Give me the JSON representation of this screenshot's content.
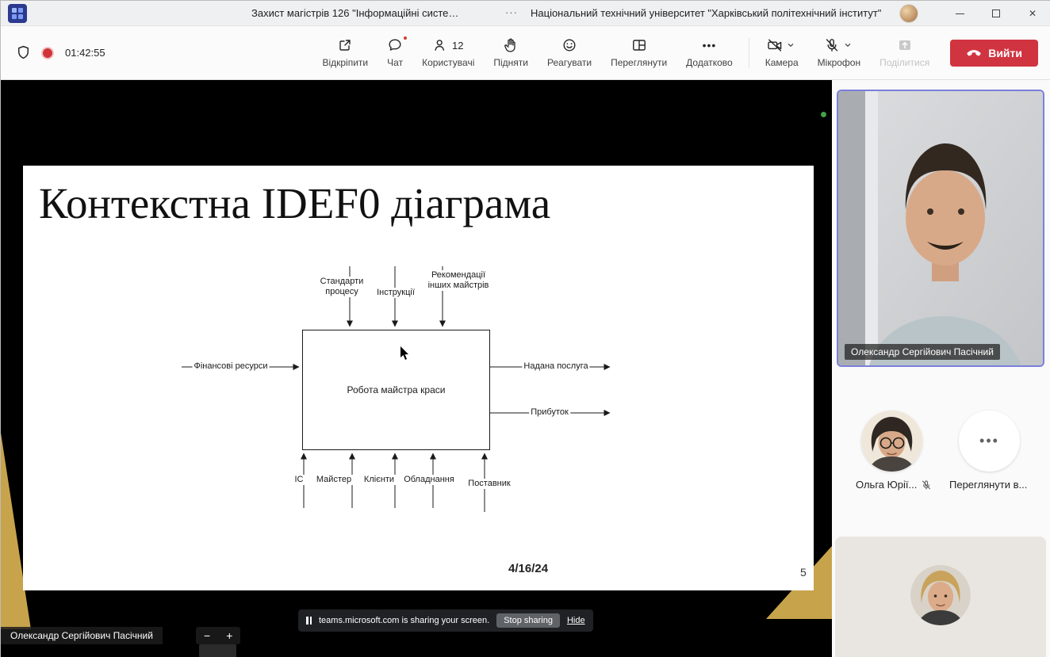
{
  "colors": {
    "leave_red": "#d03440",
    "record_red": "#d13438",
    "notification_red": "#cc3e2e",
    "speaking_border_blue": "#7b7fdb",
    "slide_gold": "#c7a44c",
    "green_indicator": "#43a047"
  },
  "titlebar": {
    "meeting_title": "Захист магістрів 126 \"Інформаційні систе…",
    "separator": "···",
    "org_name": "Національний технічний університет \"Харківський політехнічний інститут\""
  },
  "icons": {
    "close": "✕",
    "more_dots": "•••"
  },
  "toolbar": {
    "timer": "01:42:55",
    "unpin": "Відкріпити",
    "chat": "Чат",
    "people": "Користувачі",
    "people_count": "12",
    "raise": "Підняти",
    "react": "Реагувати",
    "view": "Переглянути",
    "more": "Додатково",
    "camera": "Камера",
    "mic": "Мікрофон",
    "share": "Поділитися",
    "leave": "Вийти"
  },
  "slide": {
    "title": "Контекстна IDEF0 діаграма",
    "date": "4/16/24",
    "page": "5",
    "diagram": {
      "box": "Робота майстра краси",
      "input": "Фінансові ресурси",
      "output1": "Надана послуга",
      "output2": "Прибуток",
      "control1": "Стандарти процесу",
      "control2": "Інструкції",
      "control3": "Рекомендації інших майстрів",
      "mech1": "ІС",
      "mech2": "Майстер",
      "mech3": "Клієнти",
      "mech4": "Обладнання",
      "mech5": "Поставник"
    }
  },
  "share_banner": {
    "text": "teams.microsoft.com is sharing your screen.",
    "stop": "Stop sharing",
    "hide": "Hide"
  },
  "presenter_overlay": {
    "name": "Олександр Сергійович Пасічний",
    "zoom_out": "−",
    "zoom_in": "+"
  },
  "sidebar": {
    "speaker_name": "Олександр Сергійович Пасічний",
    "participant1": "Ольга Юрії...",
    "overflow_label": "Переглянути в...",
    "overflow_dots": "•••"
  }
}
